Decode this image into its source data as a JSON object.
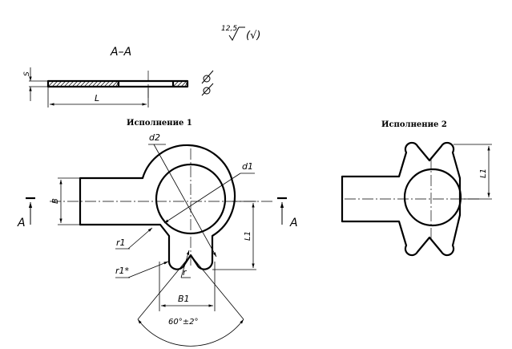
{
  "roughness": {
    "value": "12,5",
    "note": "(√)"
  },
  "section": {
    "title": "А–А",
    "dim_thickness": "S",
    "dim_length": "L"
  },
  "variant1": {
    "title": "Исполнение 1",
    "dim_d2": "d2",
    "dim_d1": "d1",
    "dim_B": "B",
    "dim_L1": "L1",
    "dim_r1": "r1",
    "dim_r1_star": "r1*",
    "dim_r": "r",
    "dim_B1": "B1",
    "angle": "60°±2°",
    "cut_mark_left": "А",
    "cut_mark_right": "А"
  },
  "variant2": {
    "title": "Исполнение 2",
    "dim_L1": "L1"
  }
}
